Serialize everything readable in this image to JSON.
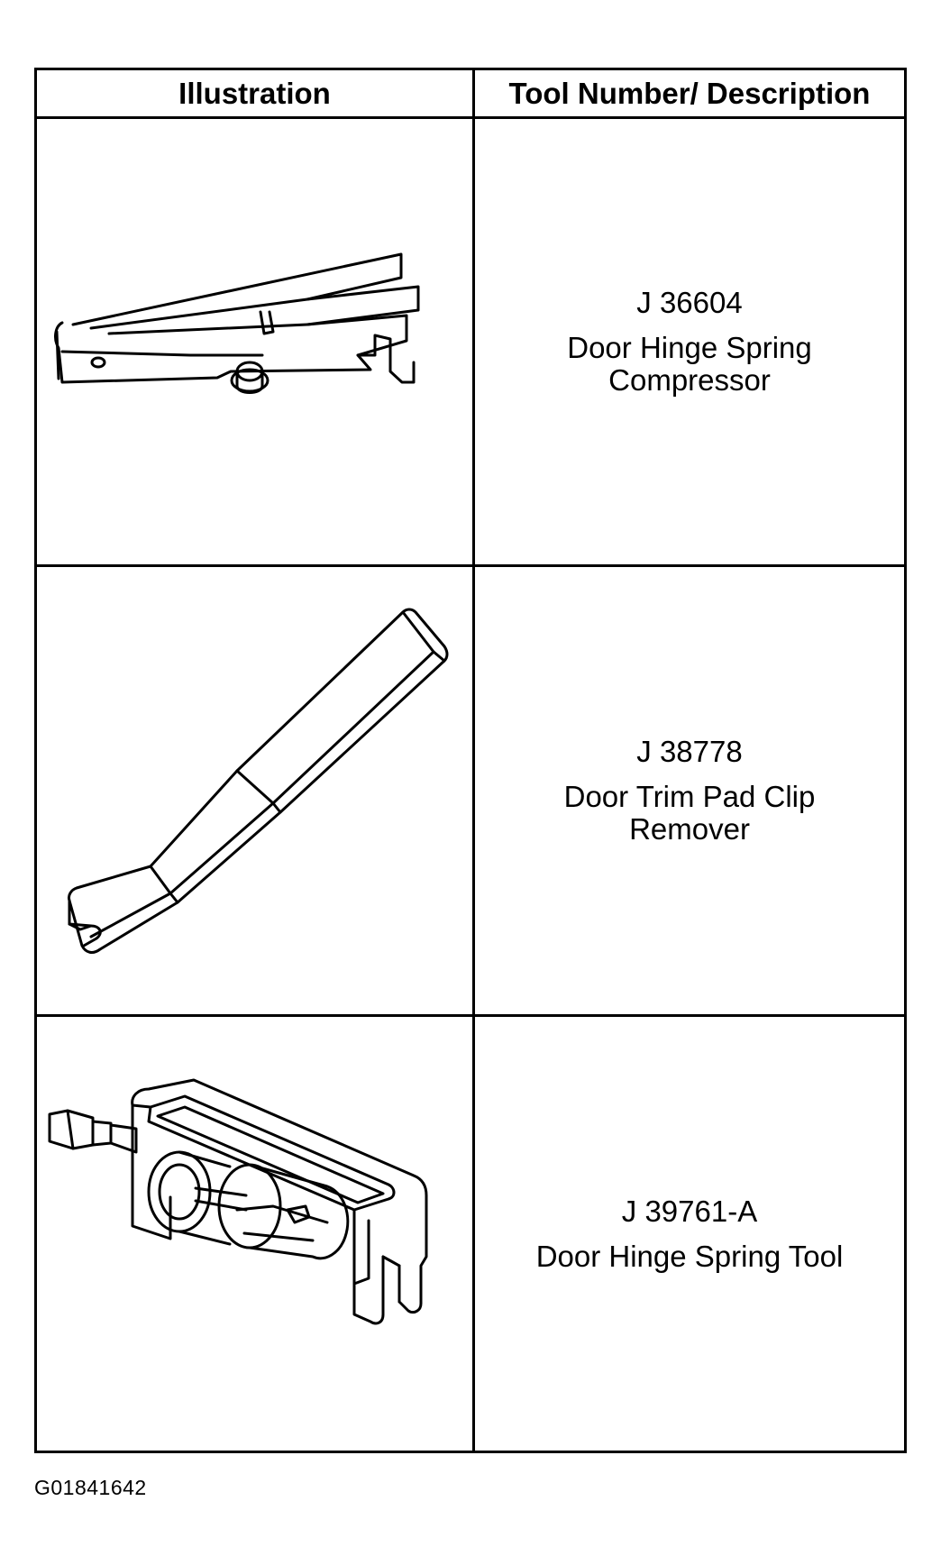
{
  "table": {
    "headers": {
      "illustration": "Illustration",
      "description": "Tool Number/ Description"
    },
    "rows": [
      {
        "tool_number": "J 36604",
        "description_line1": "Door Hinge Spring",
        "description_line2": "Compressor",
        "icon": "spring-compressor-icon"
      },
      {
        "tool_number": "J 38778",
        "description_line1": "Door Trim Pad Clip",
        "description_line2": "Remover",
        "icon": "clip-remover-icon"
      },
      {
        "tool_number": "J 39761-A",
        "description_line1": "Door Hinge Spring Tool",
        "description_line2": "",
        "icon": "hinge-spring-tool-icon"
      }
    ]
  },
  "figure_id": "G01841642"
}
